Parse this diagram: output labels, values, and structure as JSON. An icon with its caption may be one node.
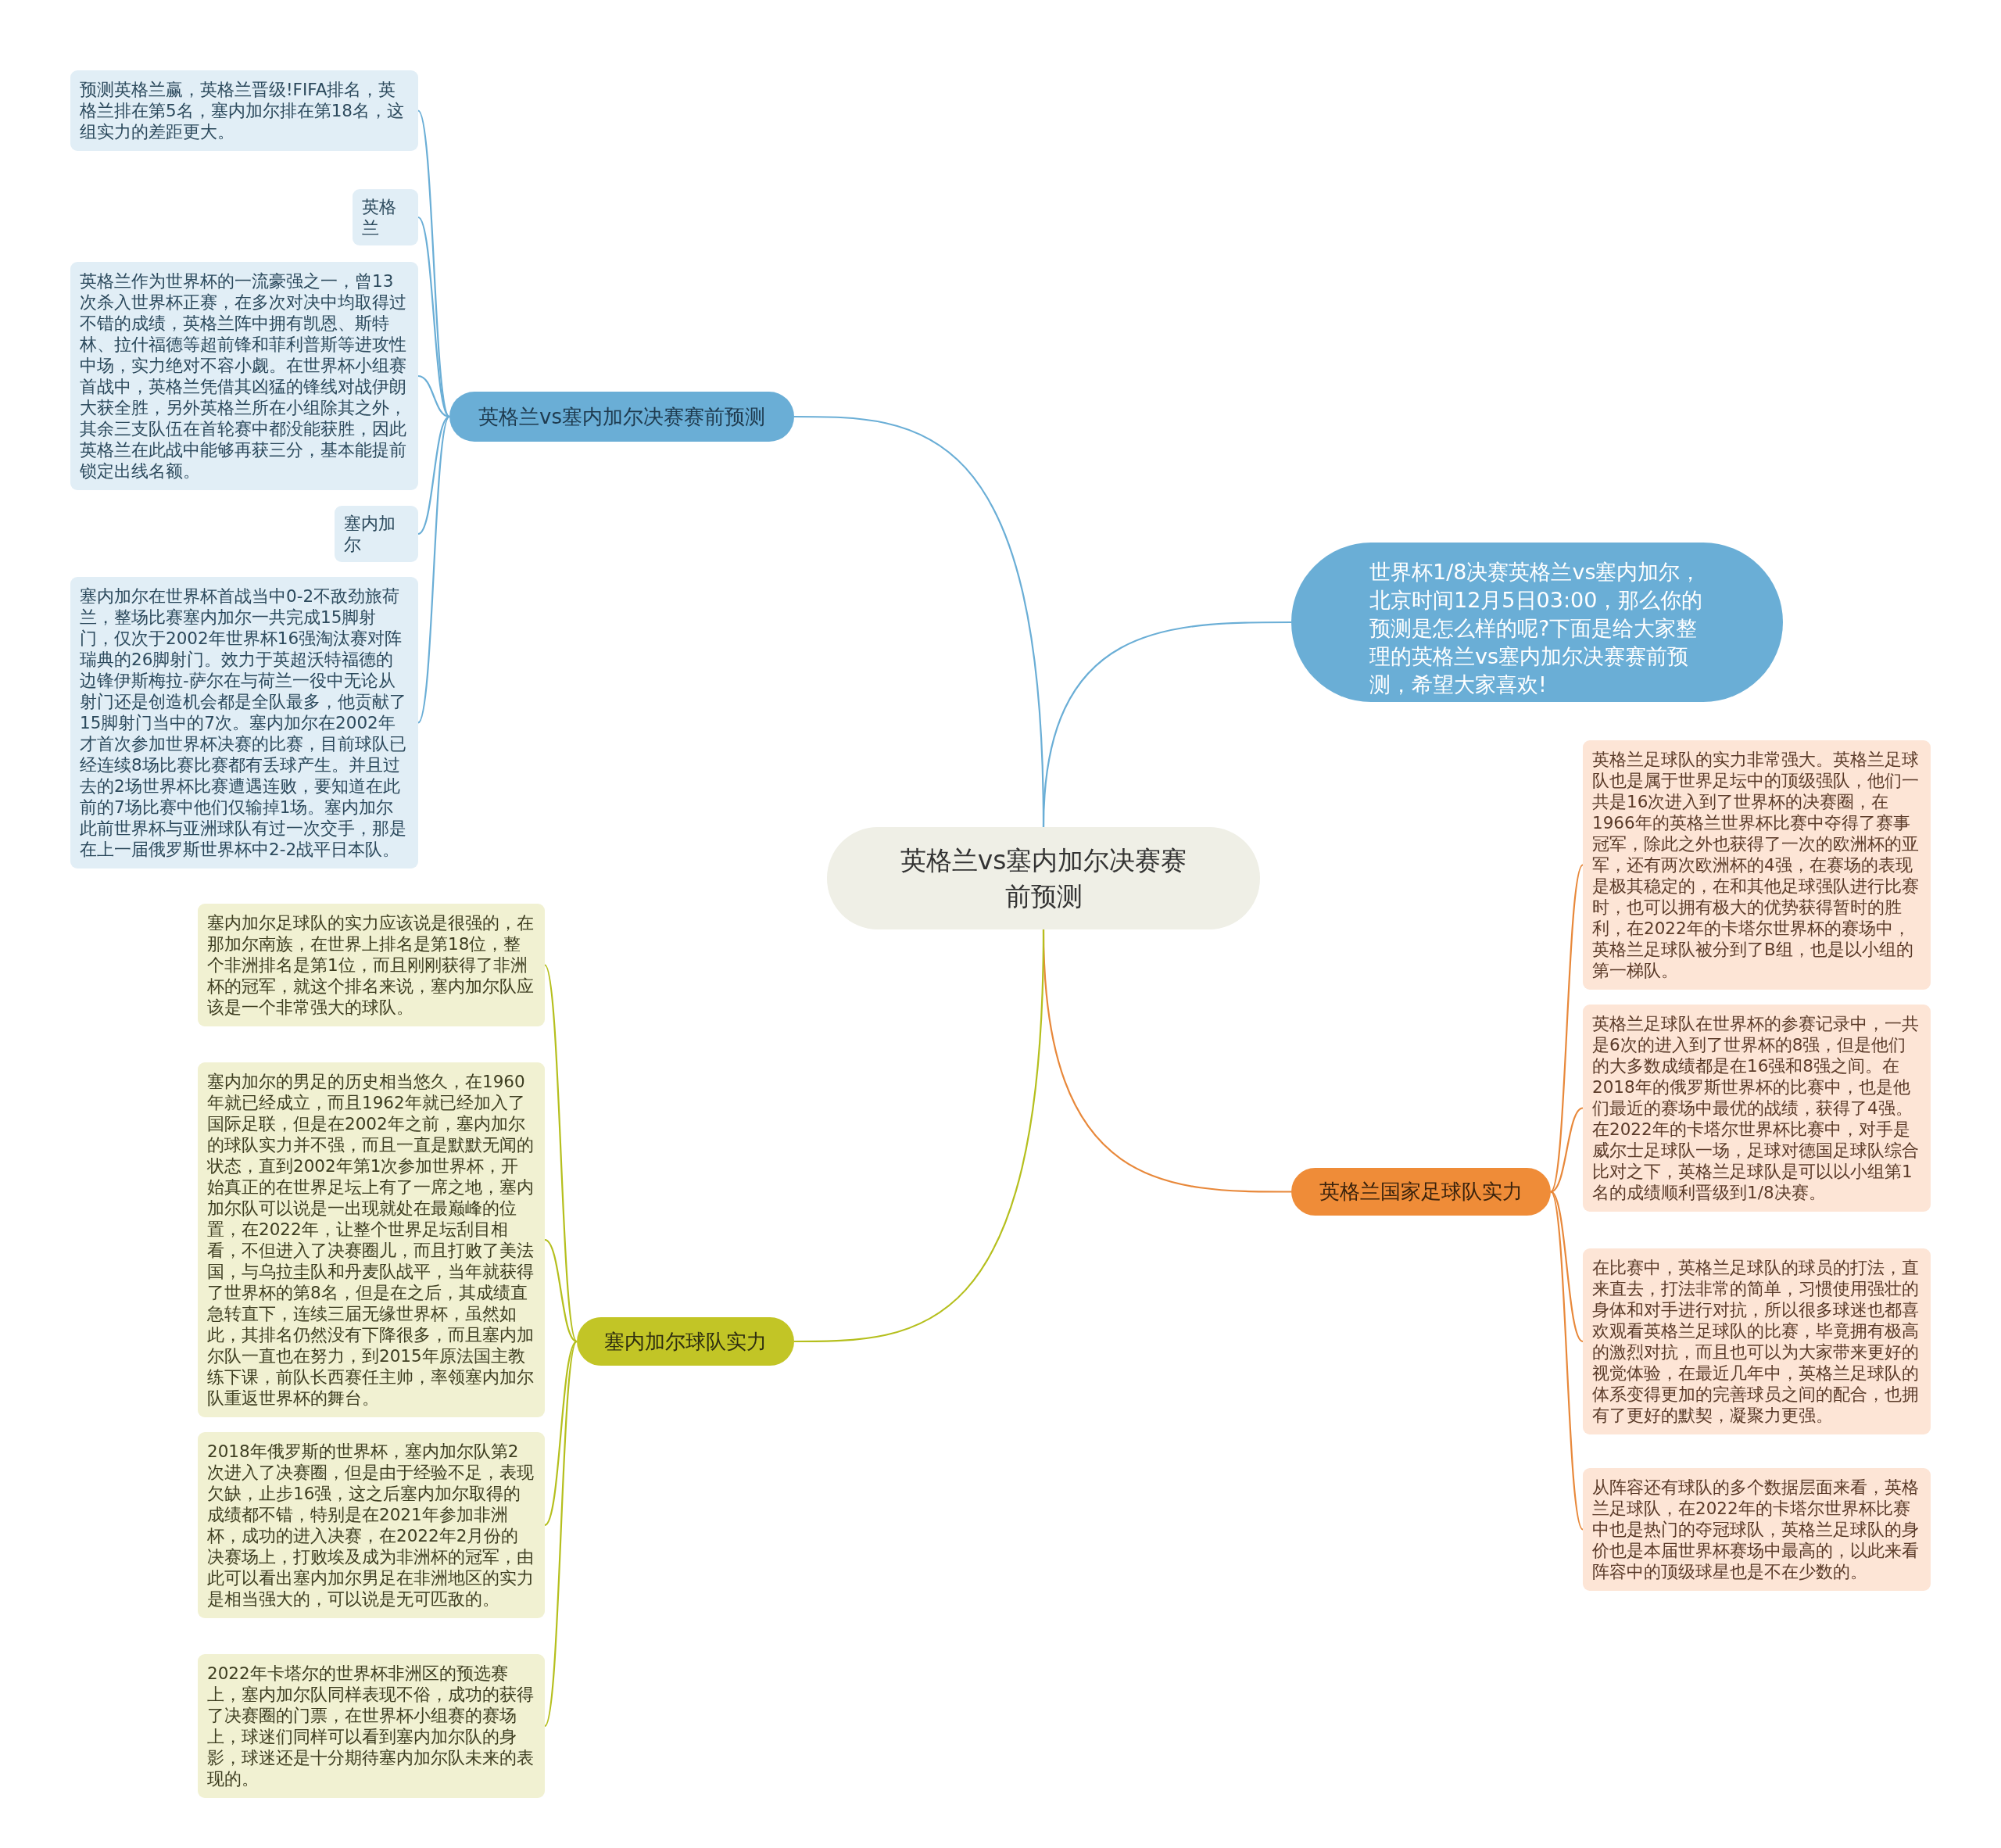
{
  "diagram": {
    "nodes": [
      {
        "text": [
          "英格兰vs塞内加尔决赛赛前预测"
        ]
      },
      {
        "text": [
          "英格兰vs塞内加尔决赛赛前预测"
        ]
      },
      {
        "text": [
          "预测英格兰赢，英格兰晋级!FIFA排名，英格兰排在第5名，塞内加尔排在第18名，这组实力的差距更大。"
        ]
      },
      {
        "text": [
          "英格兰"
        ]
      },
      {
        "text": [
          "英格兰作为世界杯的一流豪强之一，曾13次杀入世界杯正赛，在多次对决中均取得过不错的成绩，英格兰阵中拥有凯恩、斯特林、拉什福德等超前锋和菲利普斯等进攻性中场，实力绝对不容小觑。在世界杯小组赛首战中，英格兰凭借其凶猛的锋线对战伊朗大获全胜，另外英格兰所在小组除其之外，其余三支队伍在首轮赛中都没能获胜，因此英格兰在此战中能够再获三分，基本能提前锁定出线名额。"
        ]
      },
      {
        "text": [
          "塞内加尔"
        ]
      },
      {
        "text": [
          "塞内加尔在世界杯首战当中0-2不敌劲旅荷兰，整场比赛塞内加尔一共完成15脚射门，仅次于2002年世界杯16强淘汰赛对阵瑞典的26脚射门。效力于英超沃特福德的边锋伊斯梅拉-萨尔在与荷兰一役中无论从射门还是创造机会都是全队最多，他贡献了15脚射门当中的7次。塞内加尔在2002年才首次参加世界杯决赛的比赛，目前球队已经连续8场比赛比赛都有丢球产生。并且过去的2场世界杯比赛遭遇连败，要知道在此前的7场比赛中他们仅输掉1场。塞内加尔此前世界杯与亚洲球队有过一次交手，那是在上一届俄罗斯世界杯中2-2战平日本队。"
        ]
      },
      {
        "text": [
          "世界杯1/8决赛英格兰vs塞内加尔，北京时间12月5日03:00，那么你的预测是怎么样的呢?下面是给大家整理的英格兰vs塞内加尔决赛赛前预测，希望大家喜欢!"
        ]
      },
      {
        "text": [
          "英格兰国家足球队实力"
        ]
      },
      {
        "text": [
          "英格兰足球队的实力非常强大。英格兰足球队也是属于世界足坛中的顶级强队，他们一共是16次进入到了世界杯的决赛圈，在1966年的英格兰世界杯比赛中夺得了赛事冠军，除此之外也获得了一次的欧洲杯的亚军，还有两次欧洲杯的4强，在赛场的表现是极其稳定的，在和其他足球强队进行比赛时，也可以拥有极大的优势获得暂时的胜利，在2022年的卡塔尔世界杯的赛场中，英格兰足球队被分到了B组，也是以小组的第一梯队。"
        ]
      },
      {
        "text": [
          "英格兰足球队在世界杯的参赛记录中，一共是6次的进入到了世界杯的8强，但是他们的大多数成绩都是在16强和8强之间。在2018年的俄罗斯世界杯的比赛中，也是他们最近的赛场中最优的战绩，获得了4强。在2022年的卡塔尔世界杯比赛中，对手是威尔士足球队一场，足球对德国足球队综合比对之下，英格兰足球队是可以以小组第1名的成绩顺利晋级到1/8决赛。"
        ]
      },
      {
        "text": [
          "在比赛中，英格兰足球队的球员的打法，直来直去，打法非常的简单，习惯使用强壮的身体和对手进行对抗，所以很多球迷也都喜欢观看英格兰足球队的比赛，毕竟拥有极高的激烈对抗，而且也可以为大家带来更好的视觉体验，在最近几年中，英格兰足球队的体系变得更加的完善球员之间的配合，也拥有了更好的默契，凝聚力更强。"
        ]
      },
      {
        "text": [
          "从阵容还有球队的多个数据层面来看，英格兰足球队，在2022年的卡塔尔世界杯比赛中也是热门的夺冠球队，英格兰足球队的身价也是本届世界杯赛场中最高的，以此来看阵容中的顶级球星也是不在少数的。"
        ]
      },
      {
        "text": [
          "塞内加尔球队实力"
        ]
      },
      {
        "text": [
          "塞内加尔足球队的实力应该说是很强的，在那加尔南族，在世界上排名是第18位，整个非洲排名是第1位，而且刚刚获得了非洲杯的冠军，就这个排名来说，塞内加尔队应该是一个非常强大的球队。"
        ]
      },
      {
        "text": [
          "塞内加尔的男足的历史相当悠久，在1960年就已经成立，而且1962年就已经加入了国际足联，但是在2002年之前，塞内加尔的球队实力并不强，而且一直是默默无闻的状态，直到2002年第1次参加世界杯，开始真正的在世界足坛上有了一席之地，塞内加尔队可以说是一出现就处在最巅峰的位置，在2022年，让整个世界足坛刮目相看，不但进入了决赛圈儿，而且打败了美法国，与乌拉圭队和丹麦队战平，当年就获得了世界杯的第8名，但是在之后，其成绩直急转直下，连续三届无缘世界杯，虽然如此，其排名仍然没有下降很多，而且塞内加尔队一直也在努力，到2015年原法国主教练下课，前队长西赛任主帅，率领塞内加尔队重返世界杯的舞台。"
        ]
      },
      {
        "text": [
          "2018年俄罗斯的世界杯，塞内加尔队第2次进入了决赛圈，但是由于经验不足，表现欠缺，止步16强，这之后塞内加尔取得的成绩都不错，特别是在2021年参加非洲杯，成功的进入决赛，在2022年2月份的决赛场上，打败埃及成为非洲杯的冠军，由此可以看出塞内加尔男足在非洲地区的实力是相当强大的，可以说是无可匹敌的。"
        ]
      },
      {
        "text": [
          "2022年卡塔尔的世界杯非洲区的预选赛上，塞内加尔队同样表现不俗，成功的获得了决赛圈的门票，在世界杯小组赛的赛场上，球迷们同样可以看到塞内加尔队的身影，球迷还是十分期待塞内加尔队未来的表现的。"
        ]
      }
    ],
    "edges": [
      {
        "from": 0,
        "to": 1,
        "arrow": "none",
        "color": "#6aaed6"
      },
      {
        "from": 1,
        "to": 2,
        "arrow": "none",
        "color": "#6aaed6"
      },
      {
        "from": 1,
        "to": 3,
        "arrow": "none",
        "color": "#6aaed6"
      },
      {
        "from": 1,
        "to": 4,
        "arrow": "none",
        "color": "#6aaed6"
      },
      {
        "from": 1,
        "to": 5,
        "arrow": "none",
        "color": "#6aaed6"
      },
      {
        "from": 1,
        "to": 6,
        "arrow": "none",
        "color": "#6aaed6"
      },
      {
        "from": 0,
        "to": 7,
        "arrow": "none",
        "color": "#6aaed6"
      },
      {
        "from": 0,
        "to": 8,
        "arrow": "none",
        "color": "#e8883a"
      },
      {
        "from": 8,
        "to": 9,
        "arrow": "none",
        "color": "#e8883a"
      },
      {
        "from": 8,
        "to": 10,
        "arrow": "none",
        "color": "#e8883a"
      },
      {
        "from": 8,
        "to": 11,
        "arrow": "none",
        "color": "#e8883a"
      },
      {
        "from": 8,
        "to": 12,
        "arrow": "none",
        "color": "#e8883a"
      },
      {
        "from": 0,
        "to": 13,
        "arrow": "none",
        "color": "#b5bf1d"
      },
      {
        "from": 13,
        "to": 14,
        "arrow": "none",
        "color": "#b5bf1d"
      },
      {
        "from": 13,
        "to": 15,
        "arrow": "none",
        "color": "#b5bf1d"
      },
      {
        "from": 13,
        "to": 16,
        "arrow": "none",
        "color": "#b5bf1d"
      },
      {
        "from": 13,
        "to": 17,
        "arrow": "none",
        "color": "#b5bf1d"
      }
    ]
  }
}
